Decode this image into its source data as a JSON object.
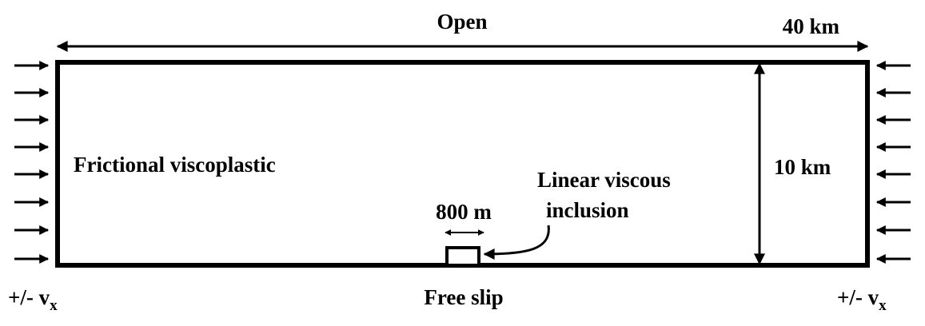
{
  "labels": {
    "top_boundary": "Open",
    "width": "40 km",
    "height": "10 km",
    "material": "Frictional viscoplastic",
    "inclusion_line1": "Linear viscous",
    "inclusion_line2": "inclusion",
    "inclusion_width": "800 m",
    "bottom_boundary": "Free slip",
    "velocity_left_prefix": "+/- v",
    "velocity_left_sub": "x",
    "velocity_right_prefix": "+/- v",
    "velocity_right_sub": "x"
  }
}
